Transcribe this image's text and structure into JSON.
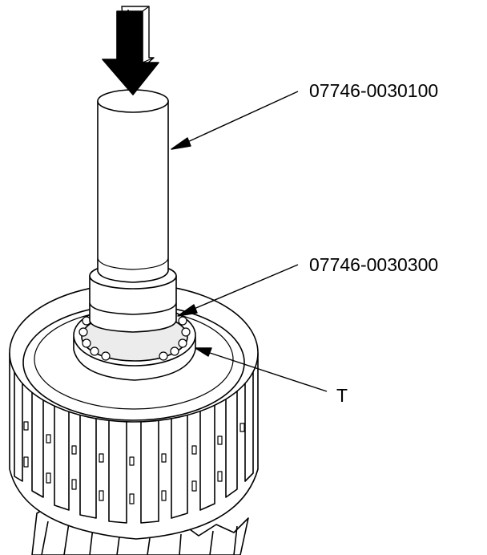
{
  "callouts": {
    "driver": "07746-0030100",
    "attachment": "07746-0030300",
    "bearing": "T"
  },
  "colors": {
    "line": "#000000",
    "background": "#ffffff",
    "shade": "#ececec"
  },
  "icons": {
    "press_direction": "down-arrow-icon"
  }
}
